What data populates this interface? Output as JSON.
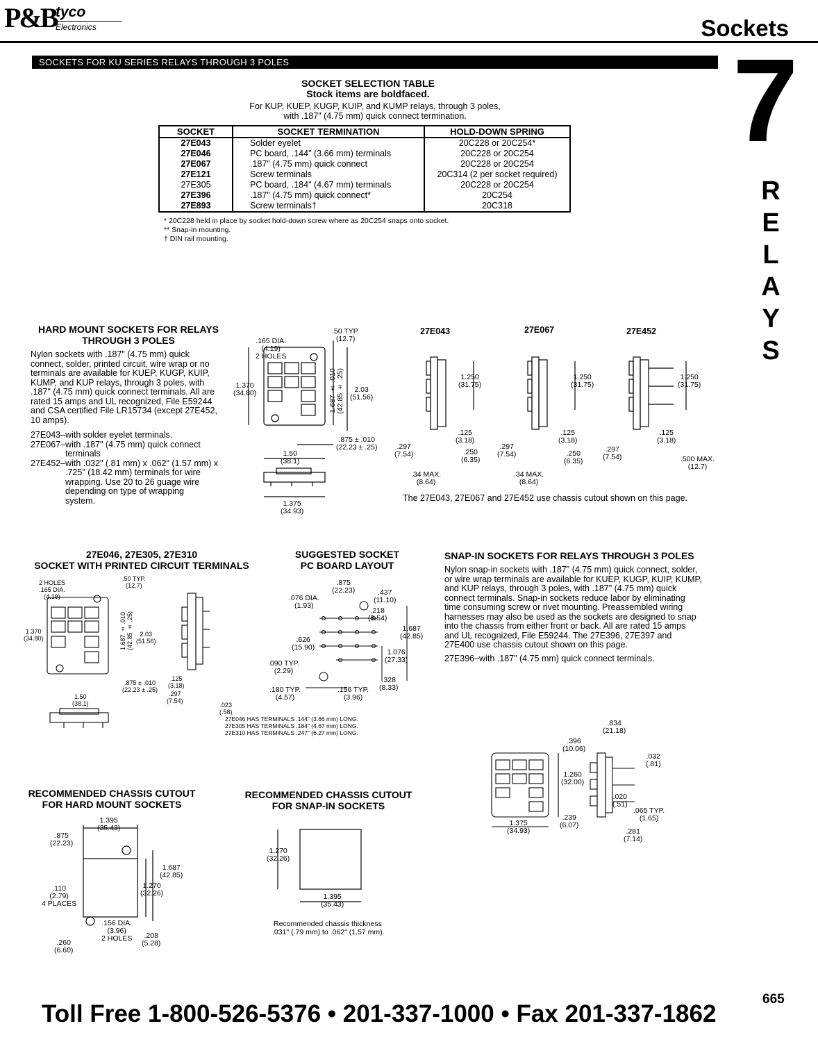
{
  "logo": {
    "pb": "P&B",
    "tyco": "tyco",
    "electronics": "Electronics"
  },
  "header": {
    "title": "Sockets",
    "banner": "SOCKETS FOR KU SERIES RELAYS THROUGH 3 POLES"
  },
  "chapter": {
    "number": "7",
    "letters": [
      "R",
      "E",
      "L",
      "A",
      "Y",
      "S"
    ]
  },
  "selection": {
    "title": "SOCKET SELECTION TABLE",
    "subtitle": "Stock items are boldfaced.",
    "intro1": "For KUP, KUEP, KUGP, KUIP, and KUMP relays, through 3 poles,",
    "intro2": "with .187\" (4.75 mm) quick connect termination.",
    "headers": [
      "SOCKET",
      "SOCKET TERMINATION",
      "HOLD-DOWN SPRING"
    ],
    "rows": [
      [
        "27E043",
        "Solder eyelet",
        "20C228 or 20C254*"
      ],
      [
        "27E046",
        "PC board, .144\" (3.66 mm) terminals",
        "20C228 or 20C254"
      ],
      [
        "27E067",
        ".187\" (4.75 mm) quick connect",
        "20C228 or 20C254"
      ],
      [
        "27E121",
        "Screw terminals",
        "20C314 (2 per socket required)"
      ],
      [
        "27E305",
        "PC board, .184\" (4.67 mm) terminals",
        "20C228 or 20C254"
      ],
      [
        "27E396",
        ".187\" (4.75 mm) quick connect*",
        "20C254"
      ],
      [
        "27E893",
        "Screw terminals†",
        "20C318"
      ]
    ],
    "notes": [
      "* 20C228 held in place by socket hold-down screw where as 20C254 snaps onto socket.",
      "** Snap-in mounting.",
      "† DIN rail mounting."
    ]
  },
  "hard_mount": {
    "title1": "HARD MOUNT SOCKETS FOR RELAYS",
    "title2": "THROUGH 3 POLES",
    "body": [
      "Nylon sockets with .187\" (4.75 mm) quick",
      "connect, solder, printed circuit, wire wrap or no",
      "terminals are available for KUEP, KUGP, KUIP,",
      "KUMP, and KUP relays, through 3 poles, with",
      ".187\" (4.75 mm) quick connect terminals. All are",
      "rated 15 amps and UL recognized, File E59244",
      "and CSA certified File LR15734 (except 27E452,",
      "10 amps)."
    ],
    "items": [
      "27E043–with solder eyelet terminals.",
      "27E067–with .187\" (4.75 mm) quick connect",
      "terminals",
      "27E452–with .032\" (.81 mm) x .062\" (1.57 mm) x",
      ".725\" (18.42 mm) terminals for wire",
      "wrapping. Use 20 to 26 guage wire",
      "depending on type of wrapping",
      "system."
    ],
    "dims": {
      "d1": ".50 TYP.",
      "d1m": "(12.7)",
      "d2": ".165 DIA.",
      "d2m": "(4.19)",
      "d2h": "2 HOLES",
      "d3": "1.370",
      "d3m": "(34.80)",
      "d4": "1.687 ± .010",
      "d4m": "(42.85 ± .25)",
      "d5": "2.03",
      "d5m": "(51.56)",
      "d6": ".875 ± .010",
      "d6m": "(22.23 ± .25)",
      "d7": "1.50",
      "d7m": "(38.1)",
      "d8": "1.375",
      "d8m": "(34.93)"
    }
  },
  "side_views": {
    "labels": [
      "27E043",
      "27E067",
      "27E452"
    ],
    "h": "1.250",
    "hm": "(31.75)",
    "a": ".125",
    "am": "(3.18)",
    "b": ".297",
    "bm": "(7.54)",
    "c": ".250",
    "cm": "(6.35)",
    "d": ".34 MAX.",
    "dm": "(8.64)",
    "e": ".500 MAX.",
    "em": "(12.7)",
    "note": "The 27E043, 27E067 and 27E452 use chassis cutout shown on this page."
  },
  "pc_socket": {
    "title1": "27E046, 27E305, 27E310",
    "title2": "SOCKET WITH PRINTED CIRCUIT TERMINALS",
    "dims": {
      "holes": "2 HOLES",
      "dia": ".165 DIA.",
      "diam": "(4.19)",
      "typ": ".50 TYP.",
      "typm": "(12.7)",
      "h": "1.370",
      "hm": "(34.80)",
      "v": "1.687 ± .010",
      "vm": "(42.85 ± .25)",
      "o": "2.03",
      "om": "(51.56)",
      "x": ".875 ± .010",
      "xm": "(22.23 ± .25)",
      "w": "1.50",
      "wm": "(38.1)",
      "a": ".125",
      "am": "(3.18)",
      "b": ".297",
      "bm": "(7.54)",
      "c": ".023",
      "cm": "(.58)"
    },
    "notes": [
      "27E046 HAS TERMINALS .144\" (3.66 mm) LONG.",
      "27E305 HAS TERMINALS .184\" (4.67 mm) LONG.",
      "27E310 HAS TERMINALS .247\" (6.27 mm) LONG."
    ]
  },
  "layout": {
    "title1": "SUGGESTED SOCKET",
    "title2": "PC BOARD LAYOUT",
    "dims": {
      "a": ".875",
      "am": "(22.23)",
      "b": ".437",
      "bm": "(11.10)",
      "c": ".076 DIA.",
      "cm": "(1.93)",
      "d": ".218",
      "dm": "(5.54)",
      "e": "1.687",
      "em": "(42.85)",
      "f": ".626",
      "fm": "(15.90)",
      "g": "1.076",
      "gm": "(27.33)",
      "h": ".090 TYP.",
      "hm": "(2.29)",
      "i": ".328",
      "im": "(8.33)",
      "j": ".180 TYP.",
      "jm": "(4.57)",
      "k": ".156 TYP.",
      "km": "(3.96)"
    }
  },
  "snap_in": {
    "title": "SNAP-IN SOCKETS FOR RELAYS THROUGH 3 POLES",
    "body": [
      "Nylon snap-in sockets with .187\" (4.75 mm) quick connect, solder,",
      "or wire wrap terminals are available for KUEP, KUGP, KUIP, KUMP,",
      "and KUP relays, through 3 poles, with .187\" (4.75 mm) quick",
      "connect terminals. Snap-in sockets reduce labor by eliminating",
      "time consuming screw or rivet mounting. Preassembled wiring",
      "harnesses may also be used as the sockets are designed to snap",
      "into the chassis from either front or back. All are rated 15 amps",
      "and UL recognized, File E59244. The 27E396, 27E397 and",
      "27E400 use chassis cutout shown on this page."
    ],
    "item": "27E396–with .187\" (4.75 mm) quick connect terminals.",
    "dims": {
      "a": ".834",
      "am": "(21.18)",
      "b": ".396",
      "bm": "(10.06)",
      "c": ".032",
      "cm": "(.81)",
      "d": "1.260",
      "dm": "(32.00)",
      "e": ".020",
      "em": "(.51)",
      "f": ".065 TYP.",
      "fm": "(1.65)",
      "g": "1.375",
      "gm": "(34.93)",
      "h": ".239",
      "hm": "(6.07)",
      "i": ".281",
      "im": "(7.14)"
    }
  },
  "cutout_hard": {
    "title1": "RECOMMENDED CHASSIS CUTOUT",
    "title2": "FOR HARD MOUNT SOCKETS",
    "dims": {
      "a": "1.395",
      "am": "(35.43)",
      "b": ".875",
      "bm": "(22.23)",
      "c": "1.687",
      "cm": "(42.85)",
      "d": "1.270",
      "dm": "(32.26)",
      "e": ".110",
      "em": "(2.79)",
      "ep": "4 PLACES",
      "f": ".156 DIA.",
      "fm": "(3.96)",
      "fh": "2 HOLES",
      "g": ".208",
      "gm": "(5.28)",
      "h": ".260",
      "hm": "(6.60)"
    }
  },
  "cutout_snap": {
    "title1": "RECOMMENDED CHASSIS CUTOUT",
    "title2": "FOR SNAP-IN SOCKETS",
    "dims": {
      "a": "1.270",
      "am": "(32.26)",
      "b": "1.395",
      "bm": "(35.43)"
    },
    "note1": "Recommended chassis thickness",
    "note2": ".031\" (.79 mm) to .062\" (1.57 mm)."
  },
  "footer": {
    "text": "Toll Free 1-800-526-5376 • 201-337-1000 • Fax 201-337-1862",
    "page": "665"
  }
}
